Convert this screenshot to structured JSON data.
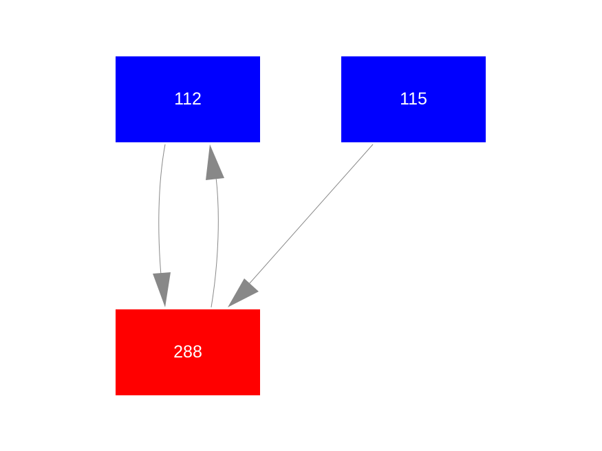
{
  "colors": {
    "source_node": "#0000ff",
    "target_node": "#ff0000",
    "edge": "#888888",
    "label": "#ffffff"
  },
  "nodes": {
    "n112": {
      "label": "112",
      "role": "source"
    },
    "n115": {
      "label": "115",
      "role": "source"
    },
    "n288": {
      "label": "288",
      "role": "target"
    }
  },
  "edges": [
    {
      "from": "112",
      "to": "288"
    },
    {
      "from": "288",
      "to": "112"
    },
    {
      "from": "115",
      "to": "288"
    }
  ]
}
